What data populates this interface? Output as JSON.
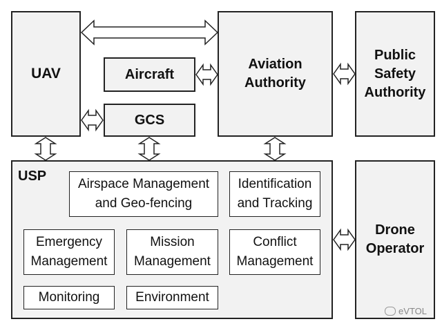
{
  "nodes": {
    "uav": "UAV",
    "aircraft": "Aircraft",
    "gcs": "GCS",
    "aviation_authority": "Aviation\nAuthority",
    "public_safety_authority": "Public\nSafety\nAuthority",
    "usp": "USP",
    "drone_operator": "Drone\nOperator"
  },
  "usp_services": {
    "airspace": "Airspace Management\nand Geo-fencing",
    "identification": "Identification\nand Tracking",
    "emergency": "Emergency\nManagement",
    "mission": "Mission\nManagement",
    "conflict": "Conflict\nManagement",
    "monitoring": "Monitoring",
    "environment": "Environment"
  },
  "watermark": "eVTOL"
}
